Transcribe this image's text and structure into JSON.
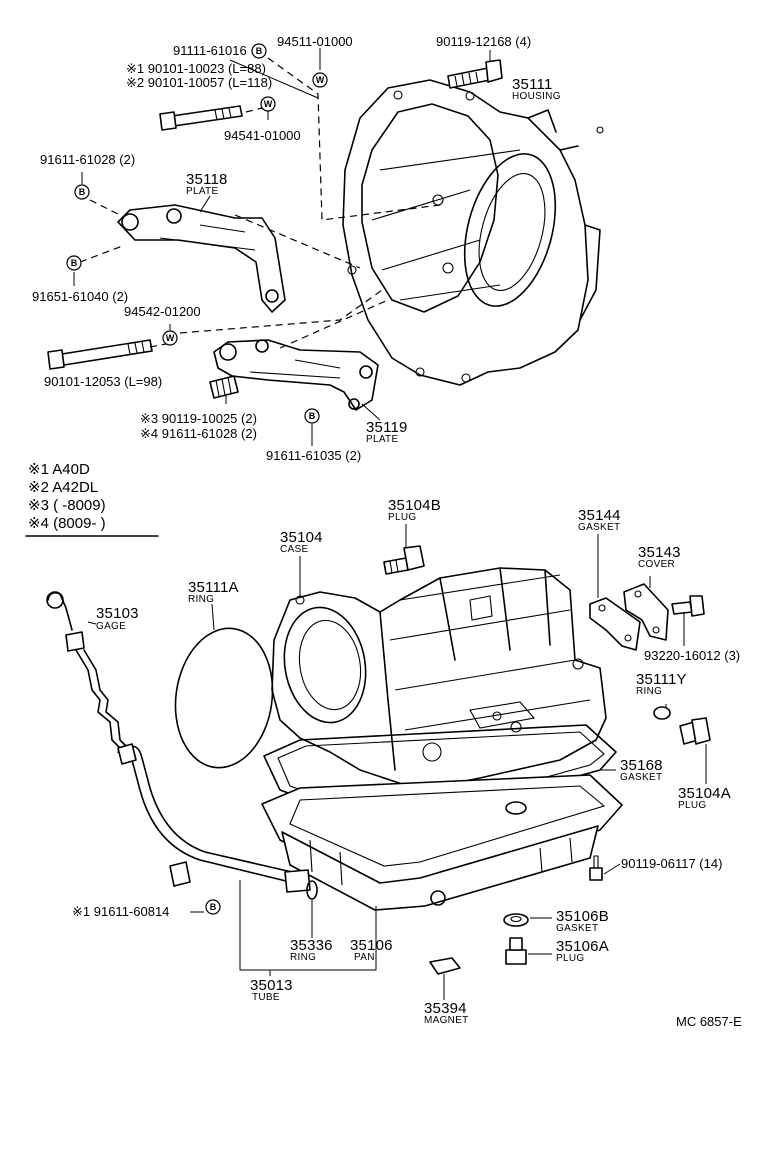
{
  "parts": {
    "bolt_91111": "91111-61016",
    "washer_94511": "94511-01000",
    "bolt_90119_12168": "90119-12168 (4)",
    "housing_num": "35111",
    "housing_name": "HOUSING",
    "bolt_note1": "※1 90101-10023 (L=88)",
    "bolt_note2": "※2 90101-10057 (L=118)",
    "washer_94541": "94541-01000",
    "bolt_91611_61028": "91611-61028 (2)",
    "plate_35118_num": "35118",
    "plate_35118_name": "PLATE",
    "bolt_91651": "91651-61040 (2)",
    "washer_94542": "94542-01200",
    "bolt_90101_12053": "90101-12053 (L=98)",
    "stud_note3": "※3 90119-10025 (2)",
    "stud_note4": "※4 91611-61028 (2)",
    "plate_35119_num": "35119",
    "plate_35119_name": "PLATE",
    "bolt_91611_61035": "91611-61035 (2)",
    "plug_35104b_num": "35104B",
    "plug_35104b_name": "PLUG",
    "gasket_35144_num": "35144",
    "gasket_35144_name": "GASKET",
    "case_num": "35104",
    "case_name": "CASE",
    "cover_num": "35143",
    "cover_name": "COVER",
    "ring_35111a_num": "35111A",
    "ring_35111a_name": "RING",
    "gage_num": "35103",
    "gage_name": "GAGE",
    "bolt_93220": "93220-16012 (3)",
    "ring_35111y_num": "35111Y",
    "ring_35111y_name": "RING",
    "gasket_35168_num": "35168",
    "gasket_35168_name": "GASKET",
    "plug_35104a_num": "35104A",
    "plug_35104a_name": "PLUG",
    "bolt_90119_06117": "90119-06117 (14)",
    "bolt_91611_60814": "※1 91611-60814",
    "ring_35336_num": "35336",
    "ring_35336_name": "RING",
    "pan_num": "35106",
    "pan_name": "PAN",
    "gasket_35106b_num": "35106B",
    "gasket_35106b_name": "GASKET",
    "plug_35106a_num": "35106A",
    "plug_35106a_name": "PLUG",
    "tube_num": "35013",
    "tube_name": "TUBE",
    "magnet_num": "35394",
    "magnet_name": "MAGNET"
  },
  "legend": {
    "n1": "※1 A40D",
    "n2": "※2 A42DL",
    "n3": "※3 (        -8009)",
    "n4": "※4 (8009-        )"
  },
  "badges": {
    "bolt": "B",
    "washer": "W"
  },
  "figure_code": "MC 6857-E"
}
